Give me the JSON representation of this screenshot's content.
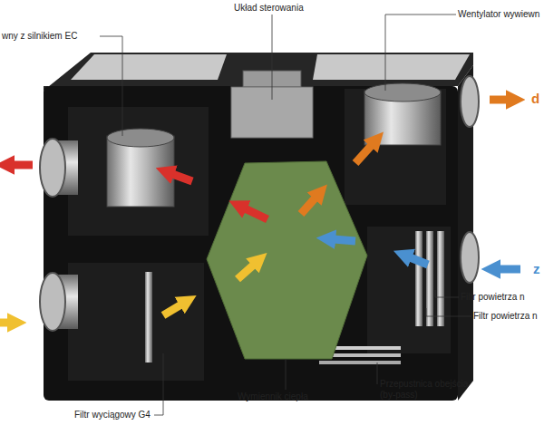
{
  "diagram": {
    "labels": [
      "wny z silnikiem EC",
      "Układ sterowania",
      "Wentylator wywiewn",
      "d",
      "z",
      "Filtr powietrza n",
      "Filtr powietrza n",
      "Przepustnica obejścia (by-pass)",
      "Wymiennik ciepła",
      "Filtr wyciągowy G4"
    ]
  }
}
